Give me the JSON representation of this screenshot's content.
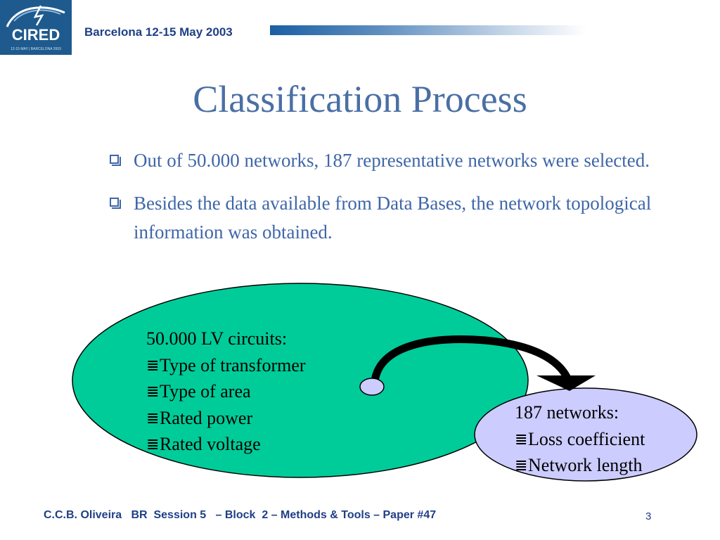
{
  "header": {
    "logo_text": "CIRED",
    "logo_subtext": "12-15 MAY | BARCELONA 2003",
    "event": "Barcelona  12-15 May 2003"
  },
  "slide": {
    "title": "Classification Process",
    "bullets": [
      "Out of 50.000 networks, 187 representative networks were selected.",
      "Besides the data available from Data Bases, the network topological information was obtained."
    ]
  },
  "diagram": {
    "left_ellipse": {
      "heading": "50.000 LV circuits:",
      "items": [
        "Type of transformer",
        "Type of area",
        "Rated power",
        "Rated voltage"
      ],
      "color": "#00cc99"
    },
    "right_ellipse": {
      "heading": "187 networks:",
      "items": [
        "Loss coefficient",
        "Network length"
      ],
      "color": "#ccccff"
    },
    "item_marker": "≣"
  },
  "footer": {
    "text": "C.C.B. Oliveira   BR  Session 5   – Block  2 – Methods & Tools – Paper #47",
    "page_number": "3"
  }
}
